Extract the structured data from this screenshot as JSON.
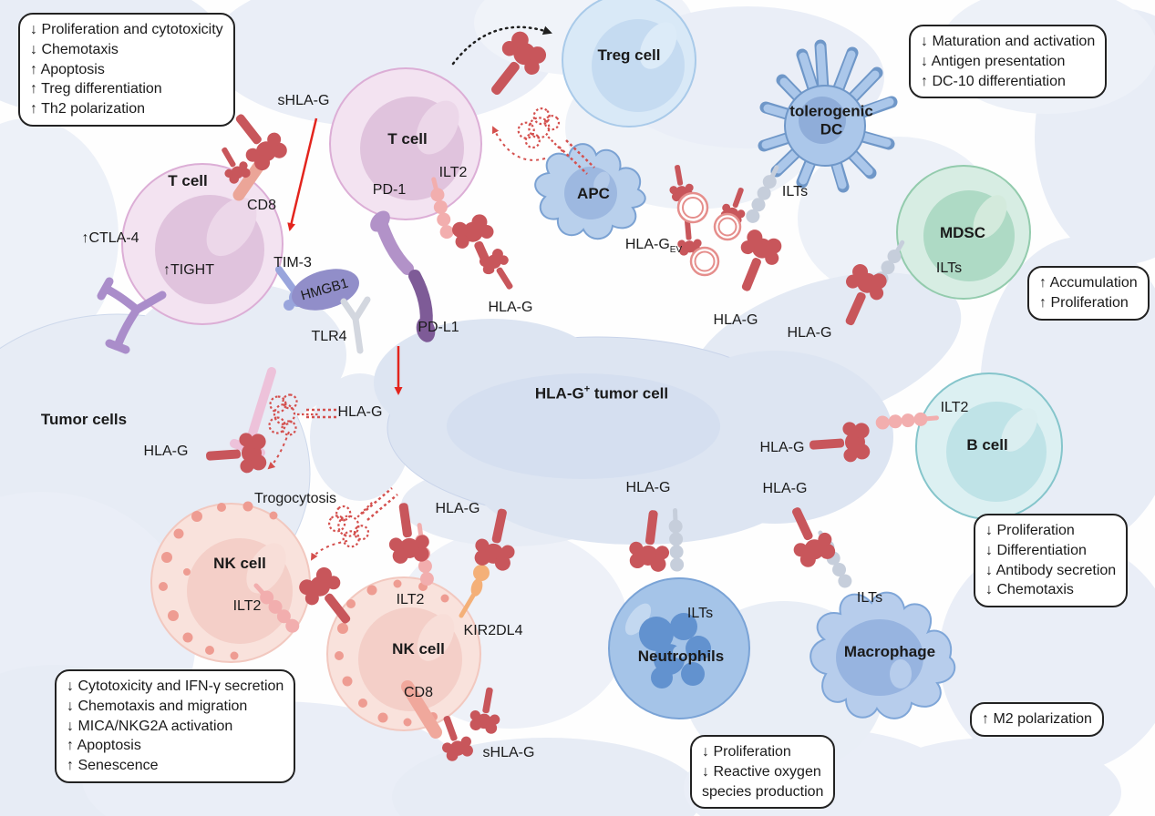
{
  "colors": {
    "hlag_red": "#c8565b",
    "arrow_red": "#e3241d",
    "dashed_red": "#d4504e",
    "ilt_gray": "#c6cedb",
    "ilt2_pink": "#f2aeae",
    "kir_orange": "#f4b078",
    "tumor_blue": "#dde5f2",
    "box_border": "#222222",
    "text": "#1a1a1a"
  },
  "cells": {
    "t_cell": "T cell",
    "treg": "Treg cell",
    "apc": "APC",
    "dc_line1": "tolerogenic",
    "dc_line2": "DC",
    "mdsc": "MDSC",
    "b_cell": "B cell",
    "nk": "NK cell",
    "neutrophils": "Neutrophils",
    "macrophage": "Macrophage",
    "tumor_cells": "Tumor cells",
    "tumor_main_base": "HLA-G",
    "tumor_main_sup": "+",
    "tumor_main_rest": " tumor cell"
  },
  "labels": {
    "shlag": "sHLA-G",
    "cd8": "CD8",
    "ctla4": "↑CTLA-4",
    "tight": "↑TIGHT",
    "tim3": "TIM-3",
    "hmgb1": "HMGB1",
    "pd1": "PD-1",
    "ilt2": "ILT2",
    "pdl1": "PD-L1",
    "tlr4": "TLR4",
    "hlag": "HLA-G",
    "hlag_ev_base": "HLA-G",
    "hlag_ev_sub": "EV",
    "ilts": "ILTs",
    "kir2dl4": "KIR2DL4",
    "trogocytosis": "Trogocytosis"
  },
  "boxes": {
    "t_cell": [
      "↓ Proliferation and cytotoxicity",
      "↓ Chemotaxis",
      "↑ Apoptosis",
      "↑ Treg differentiation",
      "↑ Th2 polarization"
    ],
    "dc": [
      "↓ Maturation and activation",
      "↓ Antigen presentation",
      "↑ DC-10 differentiation"
    ],
    "mdsc": [
      "↑ Accumulation",
      "↑ Proliferation"
    ],
    "b_cell": [
      "↓ Proliferation",
      "↓ Differentiation",
      "↓ Antibody secretion",
      "↓ Chemotaxis"
    ],
    "nk": [
      "↓ Cytotoxicity and IFN-γ secretion",
      "↓ Chemotaxis and migration",
      "↓ MICA/NKG2A activation",
      "↑ Apoptosis",
      "↑ Senescence"
    ],
    "neutrophil": [
      "↓ Proliferation",
      "↓ Reactive oxygen",
      "species production"
    ],
    "macrophage": [
      "↑ M2 polarization"
    ]
  }
}
